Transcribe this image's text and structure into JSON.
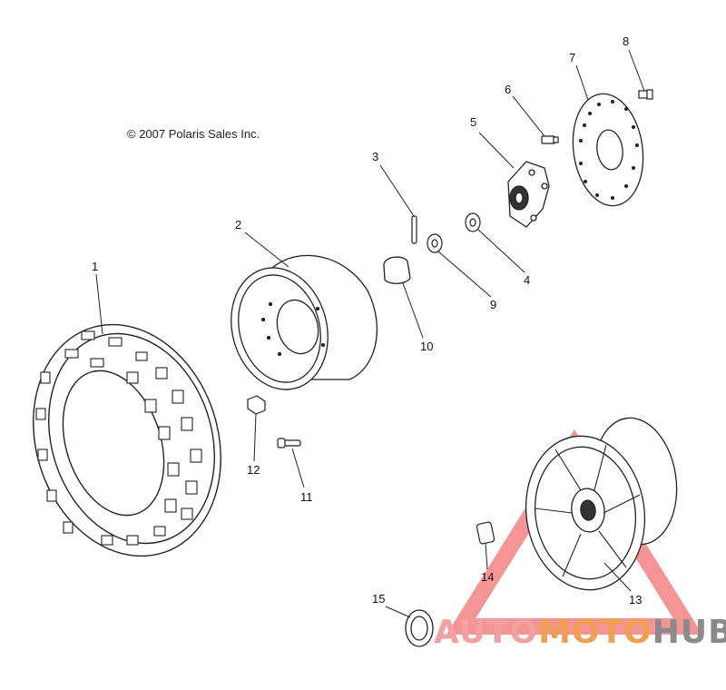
{
  "copyright": "© 2007 Polaris Sales Inc.",
  "callouts": [
    "1",
    "2",
    "3",
    "4",
    "5",
    "6",
    "7",
    "8",
    "9",
    "10",
    "11",
    "12",
    "13",
    "14",
    "15"
  ],
  "watermark": {
    "part1": "AUTO",
    "part2": "MOTO",
    "part3": "HUB"
  },
  "colors": {
    "line": "#222222",
    "watermark_red": "#f08080",
    "watermark_orange": "#f0a050",
    "watermark_gray": "#8a8a8a"
  }
}
